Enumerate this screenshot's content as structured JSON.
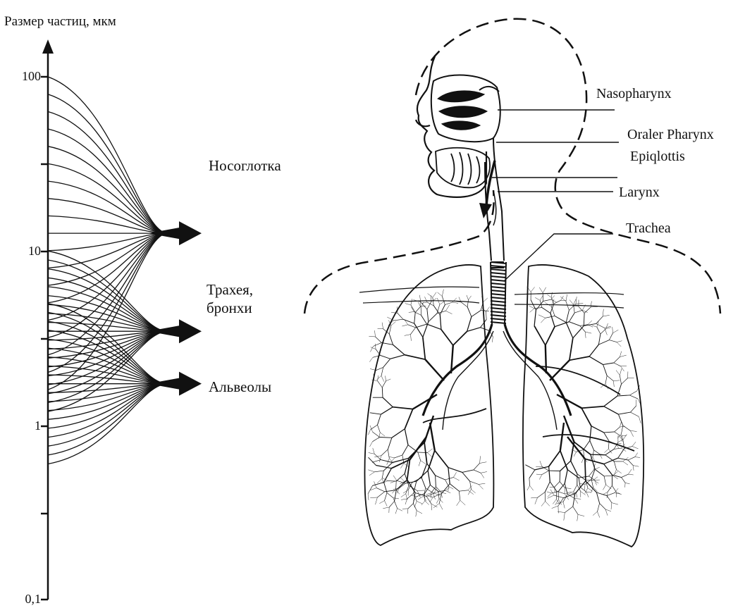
{
  "axis": {
    "title": "Размер частиц, мкм",
    "scale": "log",
    "range": [
      0.1,
      100
    ],
    "ticks": [
      {
        "value": 100,
        "label": "100"
      },
      {
        "value": 10,
        "label": "10"
      },
      {
        "value": 1,
        "label": "1"
      },
      {
        "value": 0.1,
        "label": "0,1"
      }
    ]
  },
  "deposition_regions": [
    {
      "name": "Носоглотка",
      "size_range": [
        1.6,
        100
      ]
    },
    {
      "name": "Трахея,\nбронхи",
      "size_range": [
        1.2,
        10
      ]
    },
    {
      "name": "Альвеолы",
      "size_range": [
        0.6,
        5
      ]
    }
  ],
  "anatomy": {
    "labels": [
      "Nasopharynx",
      "Oraler Pharynx",
      "Epiqlottis",
      "Larynx",
      "Trachea"
    ]
  }
}
